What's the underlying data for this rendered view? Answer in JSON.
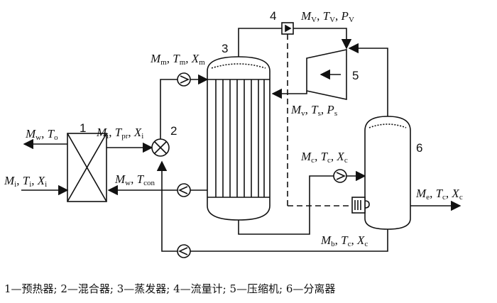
{
  "labels": {
    "mw_to": [
      "M",
      "w",
      ", ",
      "T",
      "o"
    ],
    "mi_tpr_xi": [
      "M",
      "i",
      ", ",
      "T",
      "pr",
      ", ",
      "X",
      "i"
    ],
    "mi_ti_xi": [
      "M",
      "i",
      ", ",
      "T",
      "i",
      ", ",
      "X",
      "i"
    ],
    "mw_tcon": [
      "M",
      "w",
      ", ",
      "T",
      "con"
    ],
    "mm_tm_xm": [
      "M",
      "m",
      ", ",
      "T",
      "m",
      ", ",
      "X",
      "m"
    ],
    "mv_tv_pv": [
      "M",
      "V",
      ", ",
      "T",
      "V",
      ", ",
      "P",
      "V"
    ],
    "mv_ts_ps": [
      "M",
      "v",
      ", ",
      "T",
      "s",
      ", ",
      "P",
      "s"
    ],
    "mc_tc_xc": [
      "M",
      "c",
      ", ",
      "T",
      "c",
      ", ",
      "X",
      "c"
    ],
    "me_tc_xc": [
      "M",
      "e",
      ", ",
      "T",
      "c",
      ", ",
      "X",
      "c"
    ],
    "mb_tc_xc": [
      "M",
      "b",
      ", ",
      "T",
      "c",
      ", ",
      "X",
      "c"
    ]
  },
  "numbers": {
    "n1": "1",
    "n2": "2",
    "n3": "3",
    "n4": "4",
    "n5": "5",
    "n6": "6"
  },
  "caption": "1—预热器; 2—混合器; 3—蒸发器; 4—流量计; 5—压缩机; 6—分离器"
}
